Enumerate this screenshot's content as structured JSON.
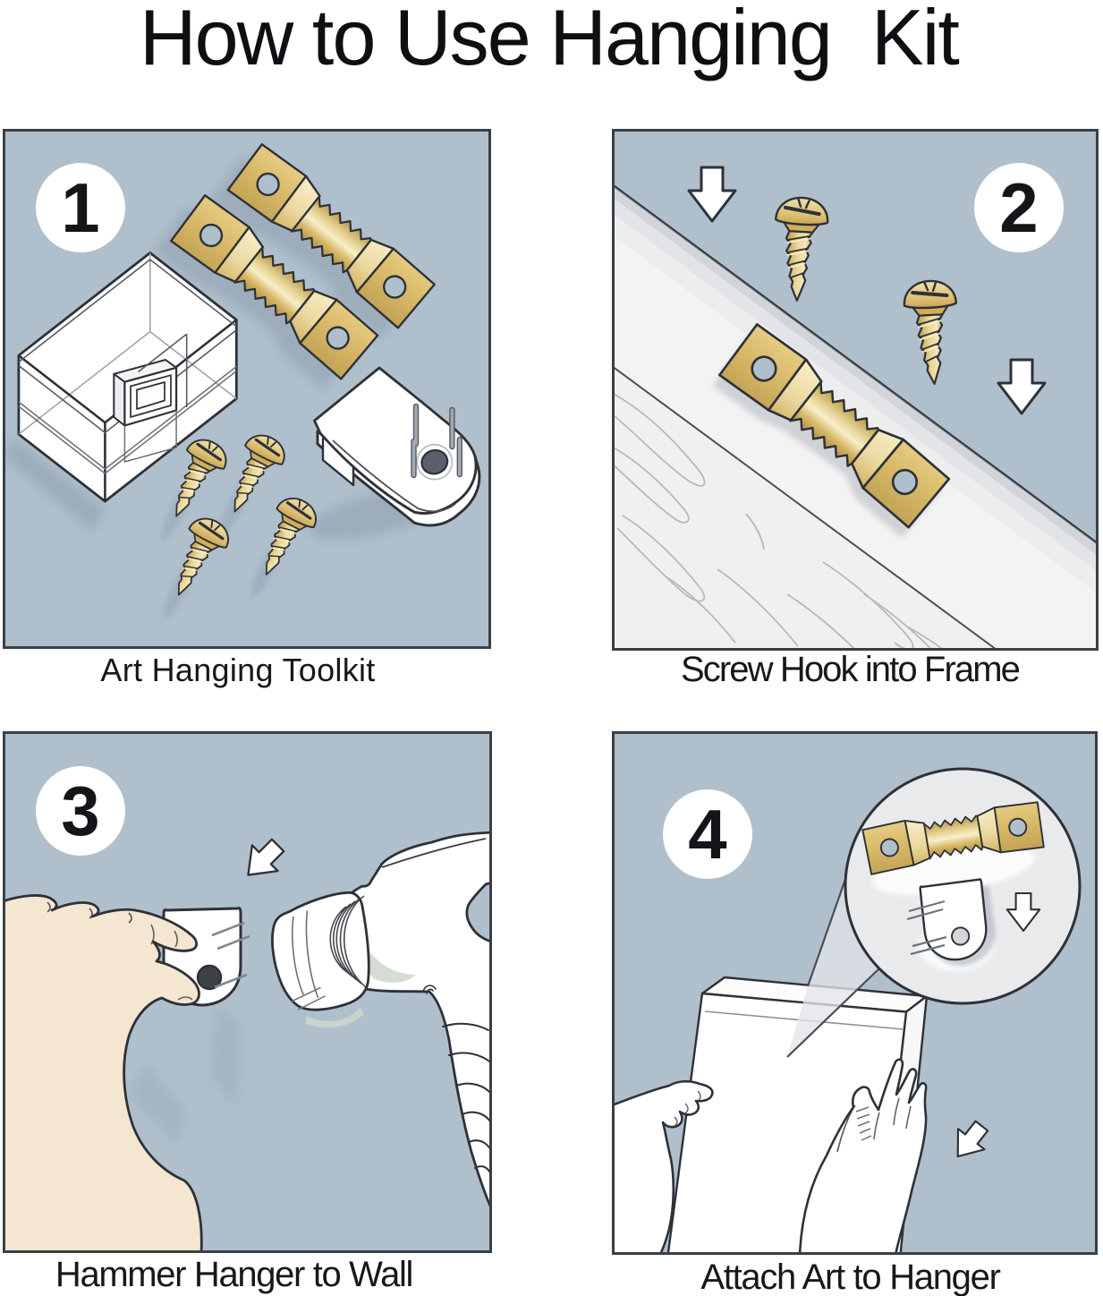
{
  "title": "How to Use Hanging  Kit",
  "steps": [
    {
      "number": "1",
      "caption": "Art Hanging Toolkit"
    },
    {
      "number": "2",
      "caption": "Screw Hook into Frame"
    },
    {
      "number": "3",
      "caption": "Hammer Hanger to Wall"
    },
    {
      "number": "4",
      "caption": "Attach Art to Hanger"
    }
  ],
  "icons": {
    "arrow": "down-arrow",
    "step_badge": "numbered-circle"
  },
  "colors": {
    "page": "#ffffff",
    "panel": "#b0bfcc",
    "panelBorder": "#3a3f46",
    "line": "#2e3137",
    "title": "#0e0f12",
    "caption": "#17181a",
    "badge": "#ffffff",
    "digit": "#141519",
    "skin": "#f4e6d1",
    "shadow": "#8a9aab",
    "circleFill": "#e9eaec",
    "grain": "#b4bac1",
    "goldMid": "#d9ba6a",
    "goldLight": "#f6edc6",
    "goldDark": "#bb9a48"
  }
}
